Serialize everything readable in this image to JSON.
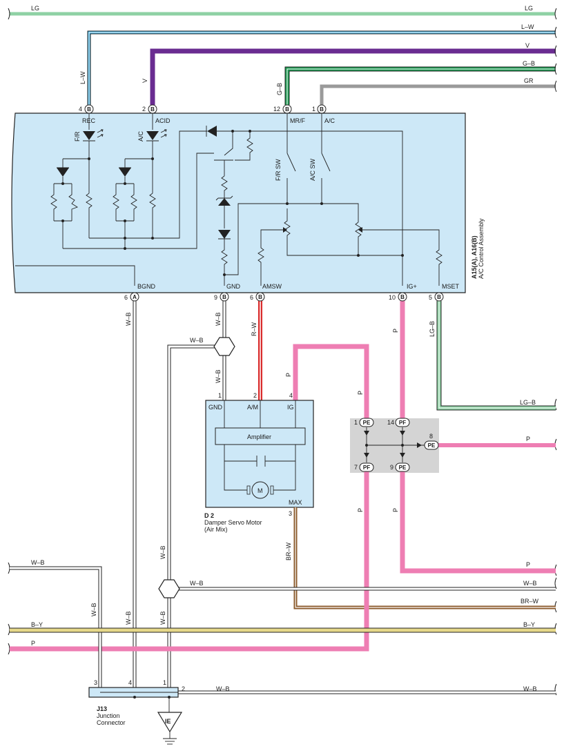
{
  "wires": {
    "lg": "LG",
    "l_w": "L–W",
    "v": "V",
    "g_b": "G–B",
    "gr": "GR",
    "w_b": "W–B",
    "r_w": "R–W",
    "p": "P",
    "lg_b": "LG–B",
    "br_w": "BR–W",
    "b_y": "B–Y"
  },
  "control_assembly": {
    "id": "A15(A), A16(B)",
    "name": "A/C Control Assembly",
    "terminals": {
      "rec": "REC",
      "acid": "ACID",
      "mrf": "MR/F",
      "ac": "A/C",
      "bgnd": "BGND",
      "gnd": "GND",
      "amsw": "AMSW",
      "ig_plus": "IG+",
      "mset": "MSET"
    },
    "leds": {
      "fr": "F/R",
      "ac": "A/C"
    },
    "switches": {
      "fr_sw": "F/R SW",
      "ac_sw": "A/C SW"
    },
    "pins": {
      "p4": "4",
      "p2": "2",
      "p12": "12",
      "p1": "1",
      "p6a": "6",
      "p9": "9",
      "p6b": "6",
      "p10": "10",
      "p5": "5"
    },
    "letters": {
      "a": "A",
      "b": "B"
    }
  },
  "servo_motor": {
    "id": "D 2",
    "name": "Damper Servo Motor",
    "sub": "(Air Mix)",
    "terminals": {
      "gnd": "GND",
      "am": "A/M",
      "ig": "IG",
      "max": "MAX"
    },
    "amplifier": "Amplifier",
    "motor": "M",
    "pins": {
      "p1": "1",
      "p2": "2",
      "p4": "4",
      "p3": "3"
    }
  },
  "connector_block": {
    "pe": "PE",
    "pf": "PF",
    "pins": {
      "p1": "1",
      "p14": "14",
      "p8": "8",
      "p7": "7",
      "p9": "9"
    }
  },
  "junction": {
    "id": "J13",
    "name": "Junction",
    "name2": "Connector",
    "pins": {
      "p3": "3",
      "p4": "4",
      "p1": "1",
      "p2": "2"
    }
  },
  "ground": {
    "id": "IE"
  },
  "colors": {
    "lg": "#8fd1a4",
    "l_w": "#3aaee0",
    "v": "#6a2c91",
    "g_b": "#1d9a52",
    "gr": "#9a9a9a",
    "p": "#ee7eb3",
    "r_w": "#d92b2b",
    "br_w": "#8b5a2b",
    "b_y": "#e6d88a",
    "panel": "#cde8f7",
    "block": "#d4d4d4"
  }
}
